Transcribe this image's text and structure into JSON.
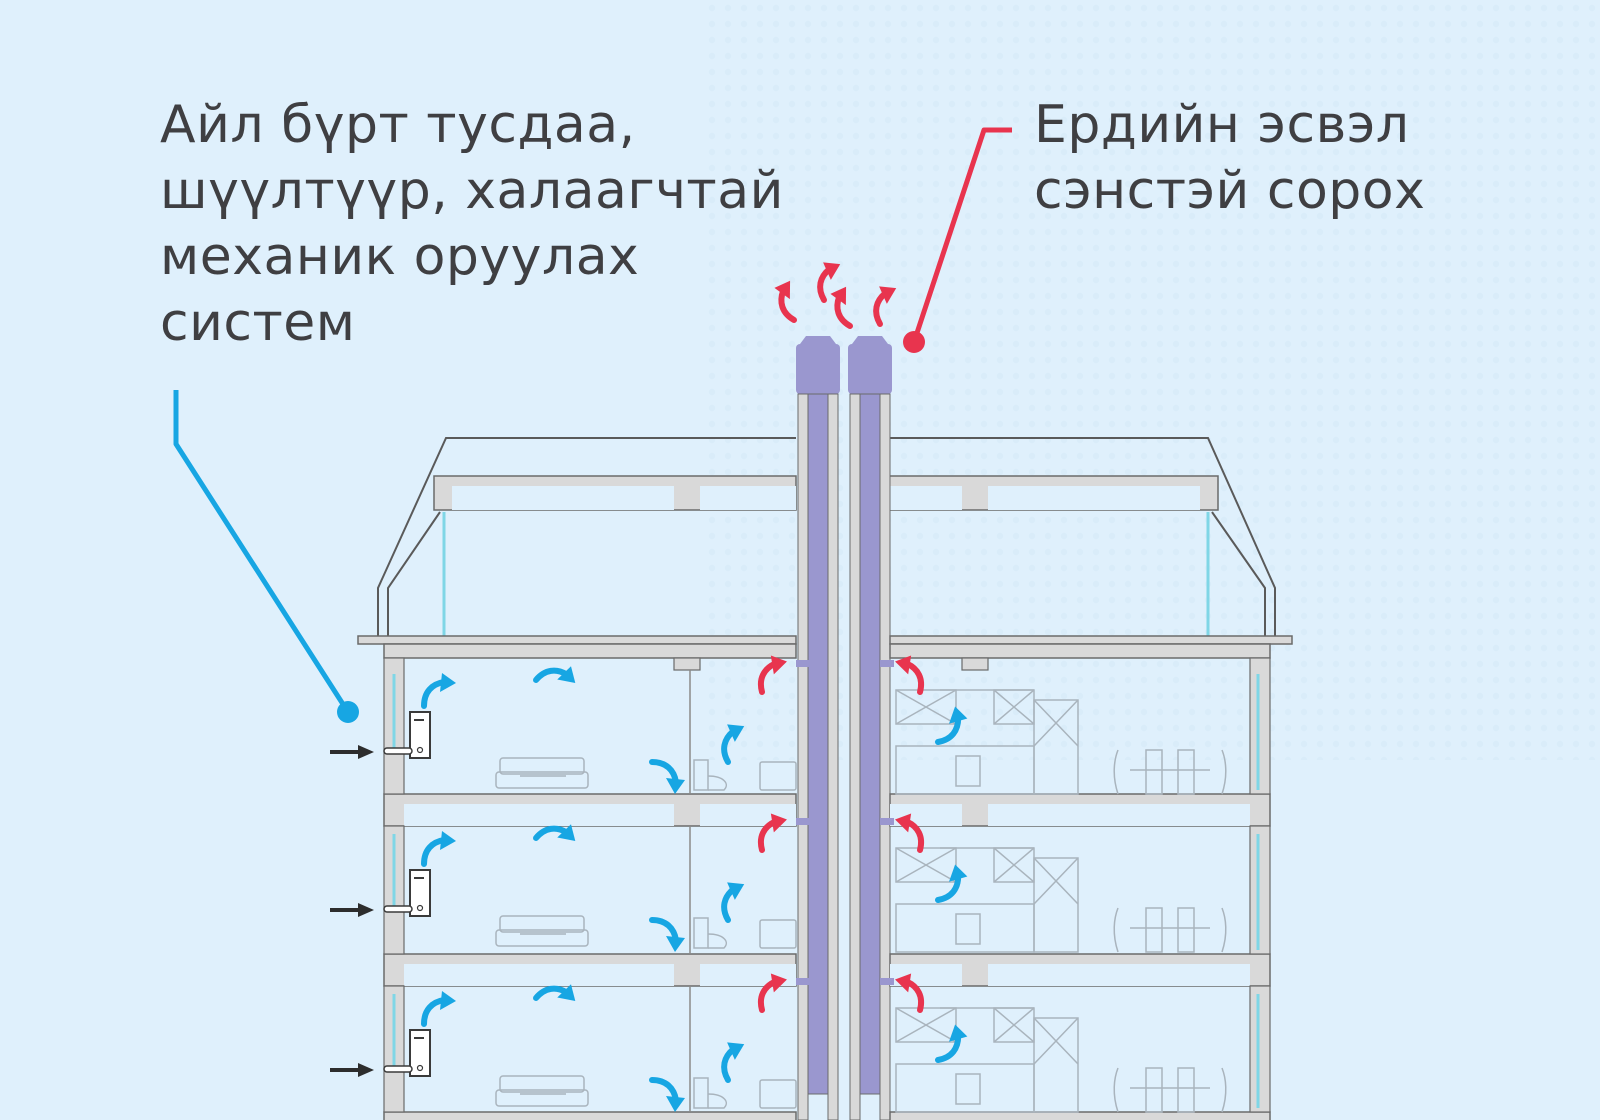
{
  "labels": {
    "supply": {
      "line1": "Айл бүрт тусдаа,",
      "line2": "шүүлтүүр, халаагчтай",
      "line3": "механик оруулах",
      "line4": "систем"
    },
    "exhaust": {
      "line1": "Ердийн эсвэл",
      "line2": "сэнстэй сорох"
    }
  },
  "colors": {
    "background": "#dff0fc",
    "supply_air": "#17a6e3",
    "exhaust_air": "#e8344e",
    "duct": "#9a97cf",
    "structure": "#d9d9d9",
    "outline": "#5a5a5a",
    "text": "#3f3f42"
  }
}
